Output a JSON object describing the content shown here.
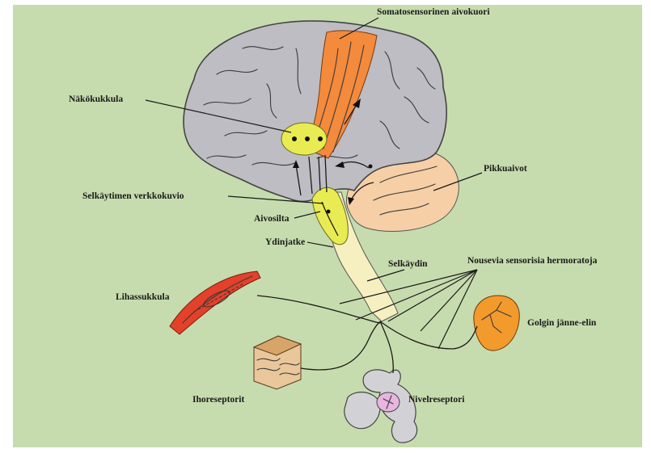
{
  "colors": {
    "background": "#c7dcae",
    "cortex": "#bdbdc3",
    "somatosensory_strip": "#f38a3c",
    "thalamus": "#e8ec52",
    "cerebellum": "#f6cfa6",
    "spinal_cord": "#f6f0c0",
    "muscle_spindle": "#e3412a",
    "golgi_organ": "#f39a2c",
    "joint_receptor": "#e7b5e0"
  },
  "labels": {
    "somatosensory_cortex": "Somatosensorinen aivokuori",
    "thalamus": "Näkökukkula",
    "cerebellum": "Pikkuaivot",
    "reticular_formation": "Selkäytimen verkkokuvio",
    "pons": "Aivosilta",
    "medulla": "Ydinjatke",
    "spinal_cord": "Selkäydin",
    "ascending_tracts": "Nousevia sensorisia hermoratoja",
    "muscle_spindle": "Lihassukkula",
    "golgi_tendon_organ": "Golgin jänne-elin",
    "skin_receptors": "Ihoreseptorit",
    "joint_receptor": "Nivelreseptori"
  }
}
